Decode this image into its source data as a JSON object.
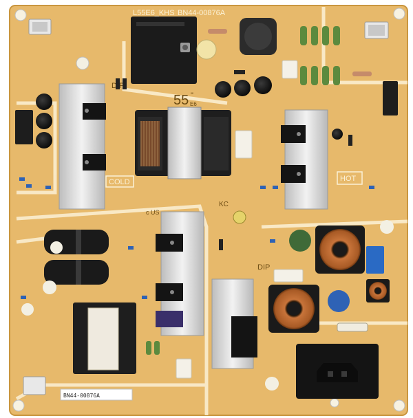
{
  "board": {
    "model_label": "L55E6_KHS",
    "part_number": "BN44-00876A",
    "size_mark": "55",
    "size_sup": "\"",
    "size_sub": "E6",
    "cold_label": "COLD",
    "hot_label": "HOT",
    "dip_label_left": "DIP",
    "dip_label_right": "DIP",
    "cert_label": "c US",
    "kc_label": "KC",
    "barcode_text": "BN44-00876A",
    "colors": {
      "pcb": "#e6b86a",
      "pcb_dark": "#c9963f",
      "silkscreen": "#fbf1d6",
      "heatsink": "#d8d8d8",
      "black_part": "#1b1b1b"
    }
  }
}
